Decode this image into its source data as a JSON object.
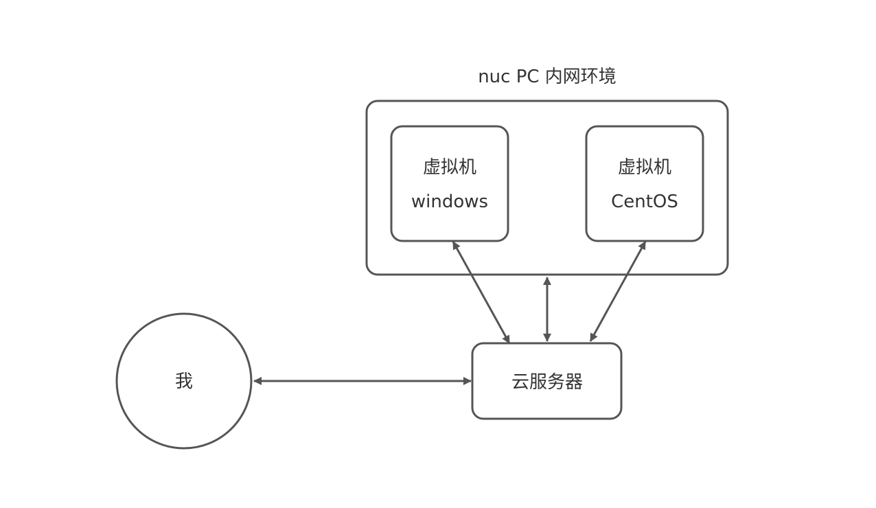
{
  "diagram": {
    "group": {
      "title": "nuc PC 内网环境"
    },
    "nodes": {
      "vm_windows": {
        "line1": "虚拟机",
        "line2": "windows"
      },
      "vm_centos": {
        "line1": "虚拟机",
        "line2": "CentOS"
      },
      "cloud_server": {
        "label": "云服务器"
      },
      "me": {
        "label": "我"
      }
    },
    "edges": [
      {
        "from": "me",
        "to": "cloud_server",
        "style": "bidirectional"
      },
      {
        "from": "cloud_server",
        "to": "vm_windows",
        "style": "bidirectional"
      },
      {
        "from": "cloud_server",
        "to": "group",
        "style": "bidirectional"
      },
      {
        "from": "cloud_server",
        "to": "vm_centos",
        "style": "bidirectional"
      }
    ],
    "colors": {
      "stroke": "#555555",
      "text": "#333333",
      "background": "#ffffff"
    }
  }
}
